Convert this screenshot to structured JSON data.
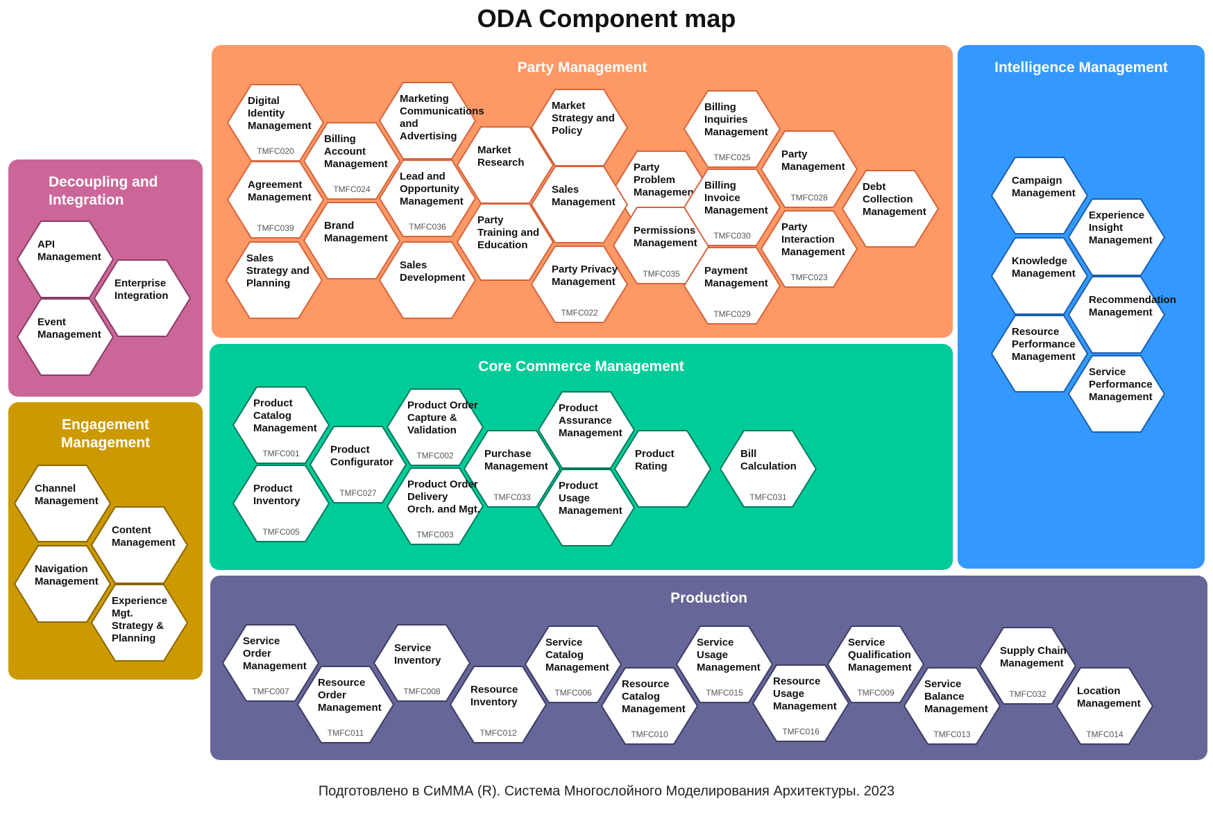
{
  "title": "ODA Component map",
  "footer": "Подготовлено в СиММА (R). Система Многослойного Моделирования Архитектуры. 2023",
  "domains": [
    {
      "id": "party",
      "title": "Party Management",
      "color": "#fe9966",
      "hexstroke": "#d6633a",
      "components": [
        {
          "name": "Digital\nIdentity\nManagement",
          "code": "TMFC020"
        },
        {
          "name": "Billing\nAccount\nManagement",
          "code": "TMFC024"
        },
        {
          "name": "Marketing\nCommunications\nand\nAdvertising",
          "code": ""
        },
        {
          "name": "Market\nResearch",
          "code": ""
        },
        {
          "name": "Market\nStrategy and\nPolicy",
          "code": ""
        },
        {
          "name": "Party\nProblem\nManagement",
          "code": ""
        },
        {
          "name": "Billing\nInquiries\nManagement",
          "code": "TMFC025"
        },
        {
          "name": "Party\nManagement",
          "code": "TMFC028"
        },
        {
          "name": "Debt\nCollection\nManagement",
          "code": ""
        },
        {
          "name": "Agreement\nManagement",
          "code": "TMFC039"
        },
        {
          "name": "Brand\nManagement",
          "code": ""
        },
        {
          "name": "Lead and\nOpportunity\nManagement",
          "code": "TMFC036"
        },
        {
          "name": "Party\nTraining and\nEducation",
          "code": ""
        },
        {
          "name": "Sales\nManagement",
          "code": ""
        },
        {
          "name": "Permissions\nManagement",
          "code": "TMFC035"
        },
        {
          "name": "Billing\nInvoice\nManagement",
          "code": "TMFC030"
        },
        {
          "name": "Party\nInteraction\nManagement",
          "code": "TMFC023"
        },
        {
          "name": "Sales\nStrategy and\nPlanning",
          "code": ""
        },
        {
          "name": "Sales\nDevelopment",
          "code": ""
        },
        {
          "name": "Party Privacy\nManagement",
          "code": "TMFC022"
        },
        {
          "name": "Payment\nManagement",
          "code": "TMFC029"
        }
      ]
    },
    {
      "id": "intelligence",
      "title": "Intelligence Management",
      "color": "#3399ff",
      "hexstroke": "#1a5fb0",
      "components": [
        {
          "name": "Campaign\nManagement",
          "code": ""
        },
        {
          "name": "Experience\nInsight\nManagement",
          "code": ""
        },
        {
          "name": "Knowledge\nManagement",
          "code": ""
        },
        {
          "name": "Recommendation\nManagement",
          "code": ""
        },
        {
          "name": "Resource\nPerformance\nManagement",
          "code": ""
        },
        {
          "name": "Service\nPerformance\nManagement",
          "code": ""
        }
      ]
    },
    {
      "id": "decoupling",
      "title": "Decoupling and\nIntegration",
      "color": "#cc6699",
      "hexstroke": "#8a3c66",
      "components": [
        {
          "name": "API\nManagement",
          "code": ""
        },
        {
          "name": "Enterprise\nIntegration",
          "code": ""
        },
        {
          "name": "Event\nManagement",
          "code": ""
        }
      ]
    },
    {
      "id": "engagement",
      "title": "Engagement\nManagement",
      "color": "#cc9900",
      "hexstroke": "#8a6600",
      "components": [
        {
          "name": "Channel\nManagement",
          "code": ""
        },
        {
          "name": "Content\nManagement",
          "code": ""
        },
        {
          "name": "Navigation\nManagement",
          "code": ""
        },
        {
          "name": "Experience\nMgt.\nStrategy &\nPlanning",
          "code": ""
        }
      ]
    },
    {
      "id": "core",
      "title": "Core Commerce Management",
      "color": "#00cc99",
      "hexstroke": "#007a5c",
      "components": [
        {
          "name": "Product\nCatalog\nManagement",
          "code": "TMFC001"
        },
        {
          "name": "Product\nConfigurator",
          "code": "TMFC027"
        },
        {
          "name": "Product Order\nCapture &\nValidation",
          "code": "TMFC002"
        },
        {
          "name": "Purchase\nManagement",
          "code": "TMFC033"
        },
        {
          "name": "Product\nAssurance\nManagement",
          "code": ""
        },
        {
          "name": "Product\nRating",
          "code": ""
        },
        {
          "name": "Bill\nCalculation",
          "code": "TMFC031"
        },
        {
          "name": "Product\nInventory",
          "code": "TMFC005"
        },
        {
          "name": "Product Order\nDelivery\nOrch. and Mgt.",
          "code": "TMFC003"
        },
        {
          "name": "Product\nUsage\nManagement",
          "code": ""
        }
      ]
    },
    {
      "id": "production",
      "title": "Production",
      "color": "#666699",
      "hexstroke": "#3d3d66",
      "components": [
        {
          "name": "Service\nOrder\nManagement",
          "code": "TMFC007"
        },
        {
          "name": "Resource\nOrder\nManagement",
          "code": "TMFC011"
        },
        {
          "name": "Service\nInventory",
          "code": "TMFC008"
        },
        {
          "name": "Resource\nInventory",
          "code": "TMFC012"
        },
        {
          "name": "Service\nCatalog\nManagement",
          "code": "TMFC006"
        },
        {
          "name": "Resource\nCatalog\nManagement",
          "code": "TMFC010"
        },
        {
          "name": "Service\nUsage\nManagement",
          "code": "TMFC015"
        },
        {
          "name": "Resource\nUsage\nManagement",
          "code": "TMFC016"
        },
        {
          "name": "Service\nQualification\nManagement",
          "code": "TMFC009"
        },
        {
          "name": "Service\nBalance\nManagement",
          "code": "TMFC013"
        },
        {
          "name": "Supply Chain\nManagement",
          "code": "TMFC032"
        },
        {
          "name": "Location\nManagement",
          "code": "TMFC014"
        }
      ]
    }
  ]
}
